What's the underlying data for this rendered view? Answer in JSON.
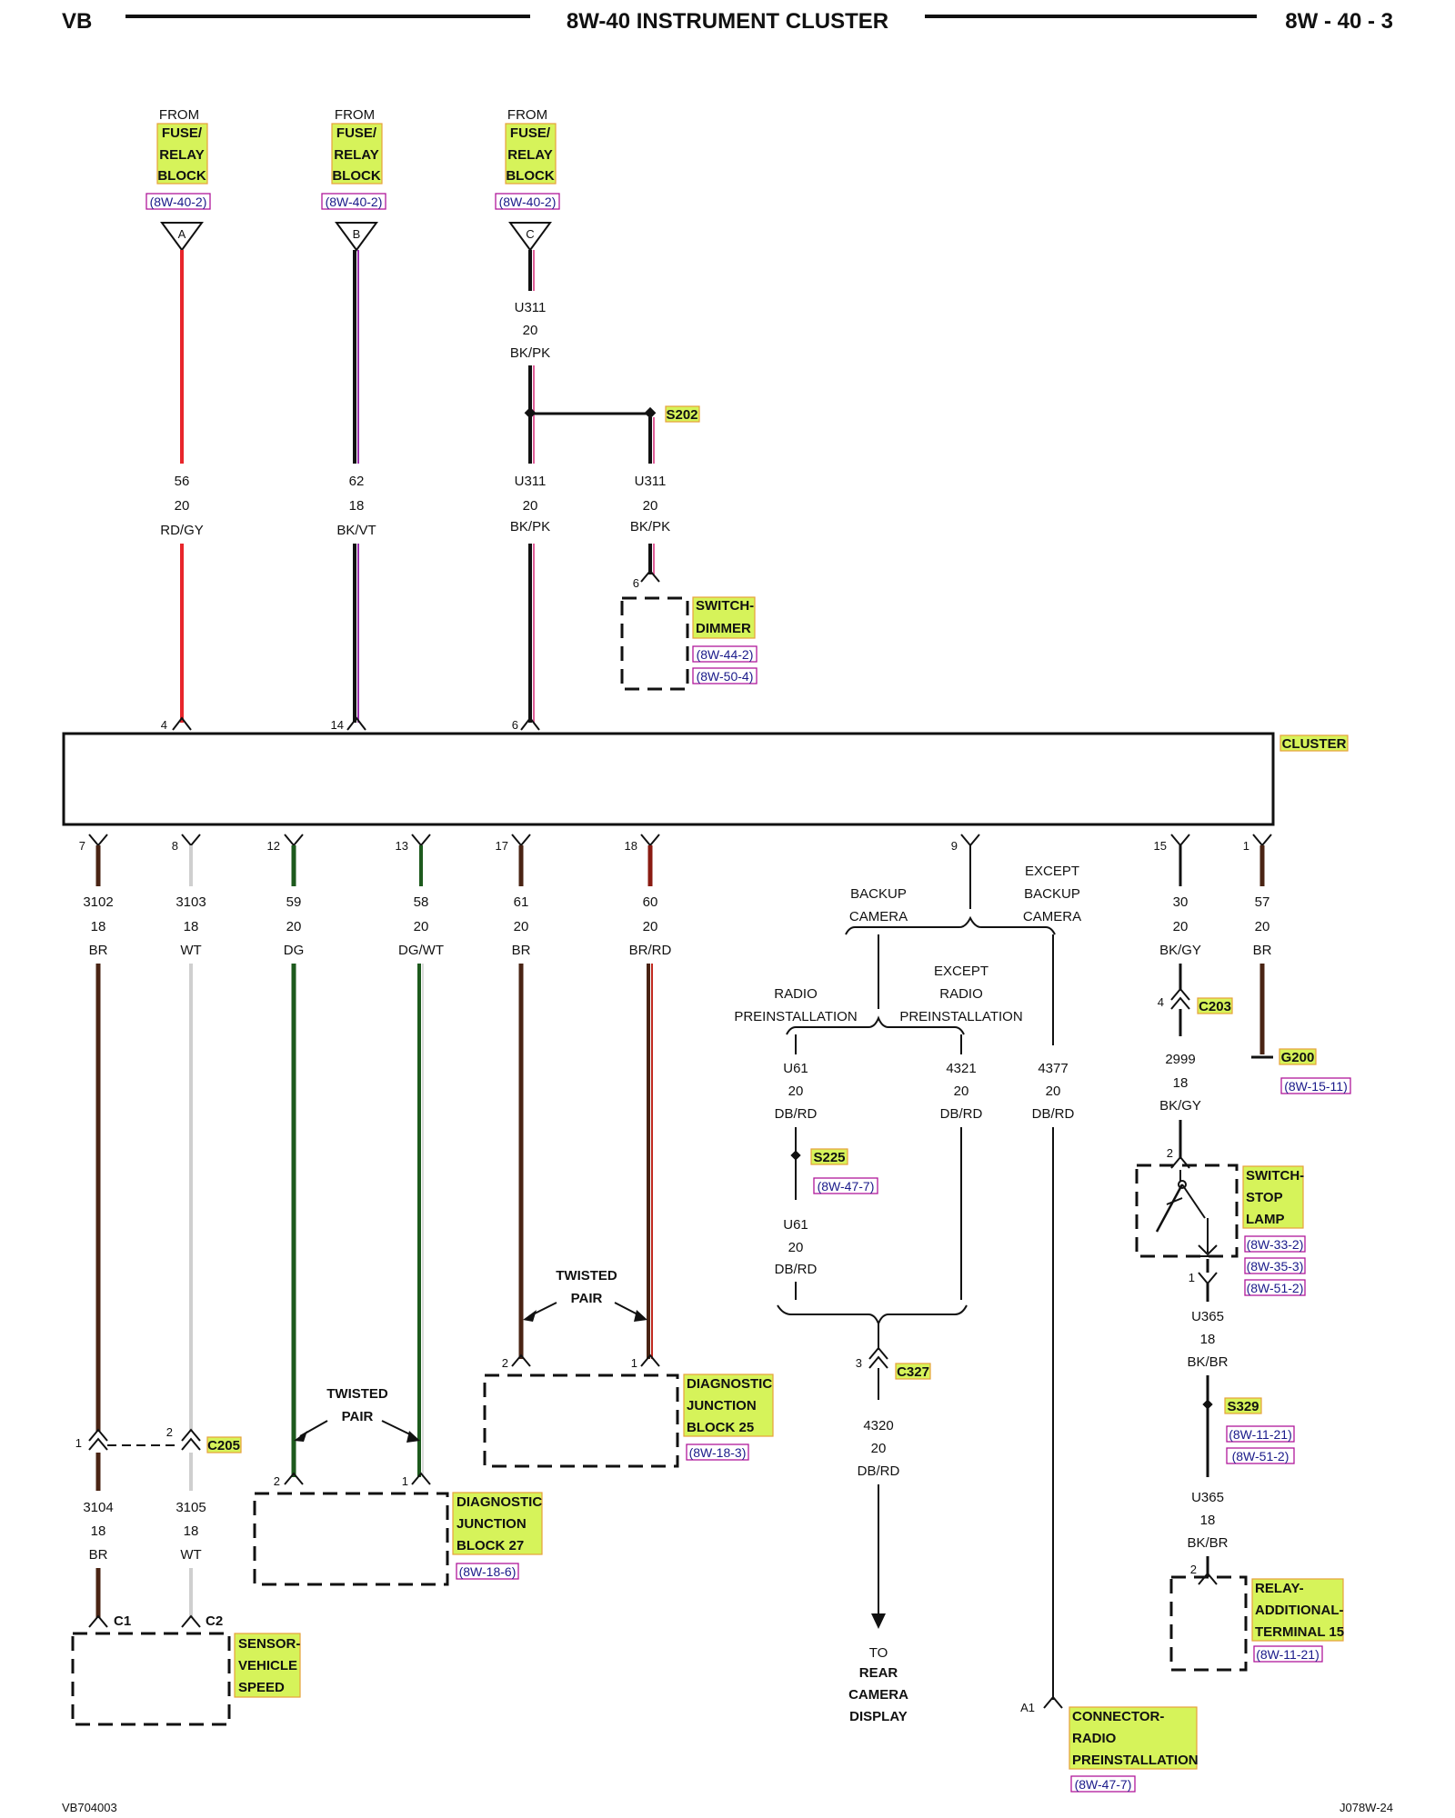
{
  "header": {
    "left": "VB",
    "title": "8W-40 INSTRUMENT CLUSTER",
    "right": "8W - 40 - 3"
  },
  "footer": {
    "left": "VB704003",
    "right": "J078W-24"
  },
  "sources": [
    {
      "from": "FROM",
      "l1": "FUSE/",
      "l2": "RELAY",
      "l3": "BLOCK",
      "ref": "(8W-40-2)",
      "letter": "A",
      "circuit": "56",
      "gauge": "20",
      "color": "RD/GY",
      "pin": "4"
    },
    {
      "from": "FROM",
      "l1": "FUSE/",
      "l2": "RELAY",
      "l3": "BLOCK",
      "ref": "(8W-40-2)",
      "letter": "B",
      "circuit": "62",
      "gauge": "18",
      "color": "BK/VT",
      "pin": "14"
    },
    {
      "from": "FROM",
      "l1": "FUSE/",
      "l2": "RELAY",
      "l3": "BLOCK",
      "ref": "(8W-40-2)",
      "letter": "C",
      "circuit": "U311",
      "gauge": "20",
      "color": "BK/PK",
      "pin": "6"
    }
  ],
  "dimmer": {
    "splice": "S202",
    "circuit_c": "U311",
    "gauge_c": "20",
    "color_c": "BK/PK",
    "circuit_s": "U311",
    "gauge_s": "20",
    "color_s": "BK/PK",
    "pin": "6",
    "l1": "SWITCH-",
    "l2": "DIMMER",
    "ref1": "(8W-44-2)",
    "ref2": "(8W-50-4)"
  },
  "cluster_label": "CLUSTER",
  "lower_wires": [
    {
      "pin": "7",
      "circuit": "3102",
      "gauge": "18",
      "color": "BR"
    },
    {
      "pin": "8",
      "circuit": "3103",
      "gauge": "18",
      "color": "WT"
    },
    {
      "pin": "12",
      "circuit": "59",
      "gauge": "20",
      "color": "DG"
    },
    {
      "pin": "13",
      "circuit": "58",
      "gauge": "20",
      "color": "DG/WT"
    },
    {
      "pin": "17",
      "circuit": "61",
      "gauge": "20",
      "color": "BR"
    },
    {
      "pin": "18",
      "circuit": "60",
      "gauge": "20",
      "color": "BR/RD"
    }
  ],
  "c205": {
    "label": "C205",
    "pin1": "1",
    "pin2": "2"
  },
  "vss": {
    "w1": {
      "circuit": "3104",
      "gauge": "18",
      "color": "BR",
      "conn": "C1"
    },
    "w2": {
      "circuit": "3105",
      "gauge": "18",
      "color": "WT",
      "conn": "C2"
    },
    "l1": "SENSOR-",
    "l2": "VEHICLE",
    "l3": "SPEED"
  },
  "twisted1": {
    "l1": "TWISTED",
    "l2": "PAIR"
  },
  "twisted2": {
    "l1": "TWISTED",
    "l2": "PAIR"
  },
  "djb27": {
    "l1": "DIAGNOSTIC",
    "l2": "JUNCTION",
    "l3": "BLOCK 27",
    "ref": "(8W-18-6)",
    "pin2": "2",
    "pin1": "1"
  },
  "djb25": {
    "l1": "DIAGNOSTIC",
    "l2": "JUNCTION",
    "l3": "BLOCK 25",
    "ref": "(8W-18-3)",
    "pin2": "2",
    "pin1": "1"
  },
  "camera": {
    "pin": "9",
    "backup_l1": "BACKUP",
    "backup_l2": "CAMERA",
    "except_l1": "EXCEPT",
    "except_l2": "BACKUP",
    "except_l3": "CAMERA",
    "radio_l1": "RADIO",
    "radio_l2": "PREINSTALLATION",
    "exradio_l1": "EXCEPT",
    "exradio_l2": "RADIO",
    "exradio_l3": "PREINSTALLATION",
    "wa": {
      "circuit": "U61",
      "gauge": "20",
      "color": "DB/RD"
    },
    "wb": {
      "circuit": "4321",
      "gauge": "20",
      "color": "DB/RD"
    },
    "wc": {
      "circuit": "4377",
      "gauge": "20",
      "color": "DB/RD"
    },
    "s225": "S225",
    "s225_ref": "(8W-47-7)",
    "wa2": {
      "circuit": "U61",
      "gauge": "20",
      "color": "DB/RD"
    },
    "c327": "C327",
    "c327_pin": "3",
    "wd": {
      "circuit": "4320",
      "gauge": "20",
      "color": "DB/RD"
    },
    "to_l1": "TO",
    "to_l2": "REAR",
    "to_l3": "CAMERA",
    "to_l4": "DISPLAY",
    "a1": "A1",
    "radio_conn_l1": "CONNECTOR-",
    "radio_conn_l2": "RADIO",
    "radio_conn_l3": "PREINSTALLATION",
    "radio_conn_ref": "(8W-47-7)"
  },
  "stop": {
    "pin": "15",
    "circuit": "30",
    "gauge": "20",
    "color": "BK/GY",
    "c203": "C203",
    "c203_pin": "4",
    "circuit2": "2999",
    "gauge2": "18",
    "color2": "BK/GY",
    "sw_pin2": "2",
    "sw_pin1": "1",
    "l1": "SWITCH-",
    "l2": "STOP",
    "l3": "LAMP",
    "ref1": "(8W-33-2)",
    "ref2": "(8W-35-3)",
    "ref3": "(8W-51-2)",
    "circuit3": "U365",
    "gauge3": "18",
    "color3": "BK/BR",
    "s329": "S329",
    "s329_ref1": "(8W-11-21)",
    "s329_ref2": "(8W-51-2)",
    "circuit4": "U365",
    "gauge4": "18",
    "color4": "BK/BR",
    "relay_pin": "2",
    "relay_l1": "RELAY-",
    "relay_l2": "ADDITIONAL-",
    "relay_l3": "TERMINAL 15",
    "relay_ref": "(8W-11-21)"
  },
  "ground": {
    "pin": "1",
    "circuit": "57",
    "gauge": "20",
    "color": "BR",
    "label": "G200",
    "ref": "(8W-15-11)"
  },
  "wire_colors": {
    "red": "#e8262b",
    "black": "#111111",
    "violet": "#9b2fae",
    "pink": "#e0609a",
    "brown": "#4a2414",
    "white": "#cfcfcf",
    "green": "#1d5a1d",
    "darkred": "#8a1b12",
    "highlight": "#d6f35a"
  }
}
